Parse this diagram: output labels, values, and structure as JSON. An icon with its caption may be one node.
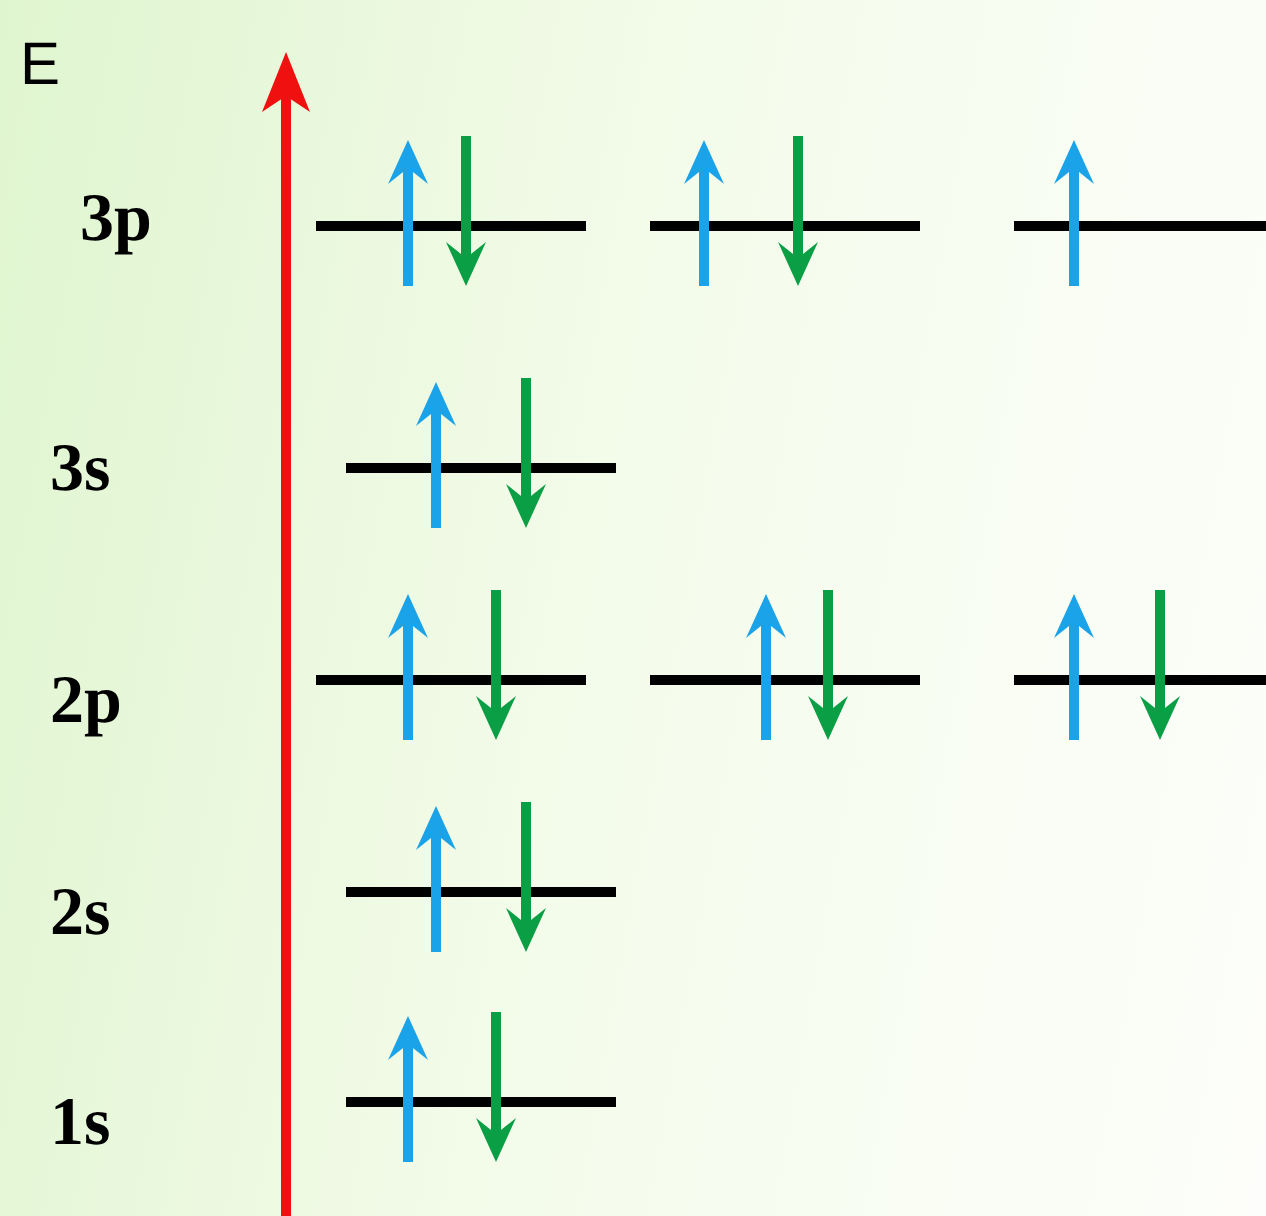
{
  "diagram": {
    "labels": [
      "E",
      "3p",
      "3s",
      "2p",
      "2s",
      "1s"
    ]
  }
}
